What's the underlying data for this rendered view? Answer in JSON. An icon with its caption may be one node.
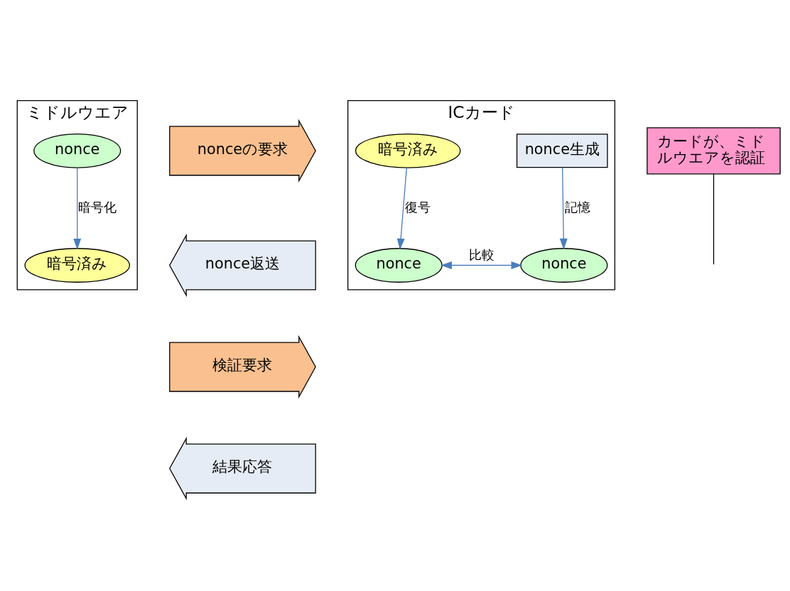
{
  "diagram": {
    "nodes": [
      {
        "text": [
          "ミドルウエア"
        ]
      },
      {
        "text": [
          "nonce"
        ],
        "in": 0
      },
      {
        "text": [
          "暗号済み"
        ],
        "in": 0
      },
      {
        "text": [
          "nonceの要求"
        ]
      },
      {
        "text": [
          "nonce返送"
        ]
      },
      {
        "text": [
          "検証要求"
        ]
      },
      {
        "text": [
          "結果応答"
        ]
      },
      {
        "text": [
          "ICカード"
        ]
      },
      {
        "text": [
          "nonce生成"
        ],
        "in": 7
      },
      {
        "text": [
          "暗号済み"
        ],
        "in": 7
      },
      {
        "text": [
          "nonce"
        ],
        "in": 7
      },
      {
        "text": [
          "nonce"
        ],
        "in": 7
      },
      {
        "text": [
          "カードが、ミドルウエアを認証"
        ]
      }
    ],
    "edges": [
      {
        "from": 1,
        "to": 2,
        "arrow": "to",
        "label": "暗号化"
      },
      {
        "from": 8,
        "to": 11,
        "arrow": "to",
        "label": "記憶"
      },
      {
        "from": 9,
        "to": 10,
        "arrow": "to",
        "label": "復号"
      },
      {
        "from": 10,
        "to": 11,
        "arrow": "both",
        "label": "比較"
      },
      {
        "from": 12,
        "to": null,
        "arrow": "none",
        "color": "#000000"
      }
    ]
  }
}
